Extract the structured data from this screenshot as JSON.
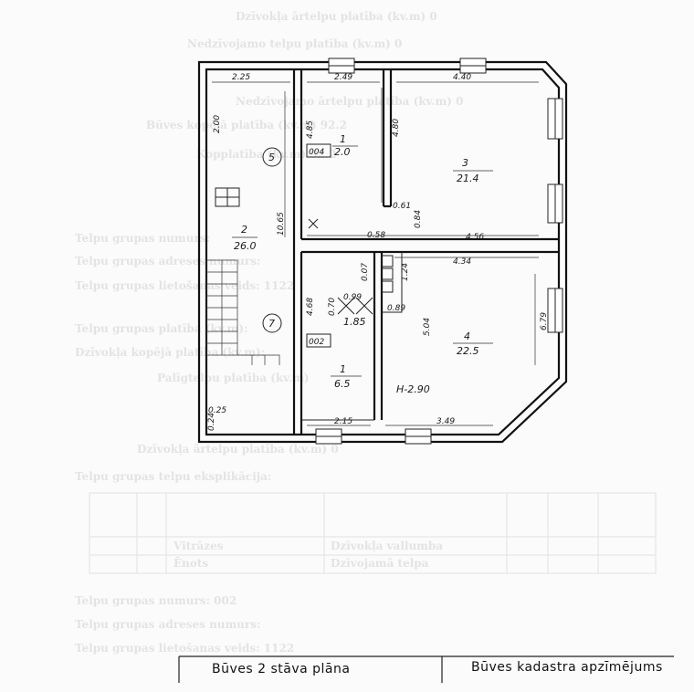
{
  "title_block": {
    "left_label": "Būves 2 stāva plāna",
    "right_label": "Būves kadastra apzīmējums"
  },
  "background_text": [
    "Dzīvokļa ārtelpu platība (kv.m)  0",
    "Nedzīvojamo telpu platība (kv.m)  0",
    "Nedzīvojamo ārtelpu platība (kv.m)  0",
    "Būves kopējā platība (kv.m)  92.2",
    "Kopplatība (kv.m)  92.2",
    "Telpu grupas numurs:",
    "Telpu grupas adreses numurs:",
    "Telpu grupas lietošanas veids:  1122",
    "Telpu grupas platība (kv.m):",
    "Dzīvokļa kopējā platība (kv.m):",
    "Palīgtelpu platība (kv.m)",
    "Dzīvokļa ārtelpu platība (kv.m)  0",
    "Telpu grupas telpu eksplikācija:",
    "Vitrāzes",
    "Dzīvokļa vallumba",
    "Ēnots",
    "Dzīvojamā telpa",
    "Telpu grupas numurs:  002",
    "Telpu grupas adreses numurs:",
    "Telpu grupas lietošanas veids:  1122"
  ],
  "plan": {
    "rooms": [
      {
        "number": "2",
        "area": "26.0"
      },
      {
        "number": "3",
        "area": "21.4"
      },
      {
        "number": "1",
        "area": "2.0"
      },
      {
        "number": "4",
        "area": "22.5"
      },
      {
        "number": "1",
        "area": "6.5"
      },
      {
        "number": "",
        "area": "1.85"
      }
    ],
    "dimensions": [
      "2.25",
      "2.49",
      "4.40",
      "2.00",
      "4.85",
      "4.80",
      "10.65",
      "0.61",
      "0.84",
      "4.56",
      "0.58",
      "0.07",
      "1.24",
      "4.34",
      "4.68",
      "0.70",
      "0.99",
      "0.89",
      "5.04",
      "6.79",
      "2.15",
      "3.49",
      "0.25",
      "0.24"
    ],
    "height_note": "H-2.90",
    "apartment_numbers": [
      "5",
      "7"
    ],
    "unit_codes": [
      "004",
      "002"
    ]
  }
}
